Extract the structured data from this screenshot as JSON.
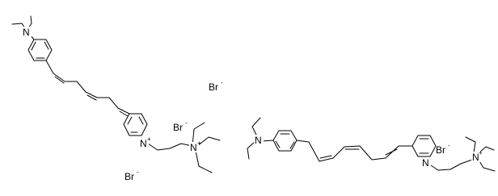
{
  "molecules": [
    {
      "atoms": {
        "amine_n": "N",
        "pyridinium_n": "N",
        "pyridinium_charge": "+",
        "ammonium_n": "N",
        "ammonium_charge": "+"
      }
    },
    {
      "atoms": {
        "amine_n": "N",
        "pyridinium_n": "N",
        "ammonium_n": "N",
        "ammonium_charge": "+"
      }
    }
  ],
  "counterions": [
    {
      "symbol": "Br",
      "charge": "-"
    },
    {
      "symbol": "Br",
      "charge": "-"
    },
    {
      "symbol": "Br",
      "charge": "-"
    },
    {
      "symbol": "Br",
      "charge": "-"
    }
  ]
}
